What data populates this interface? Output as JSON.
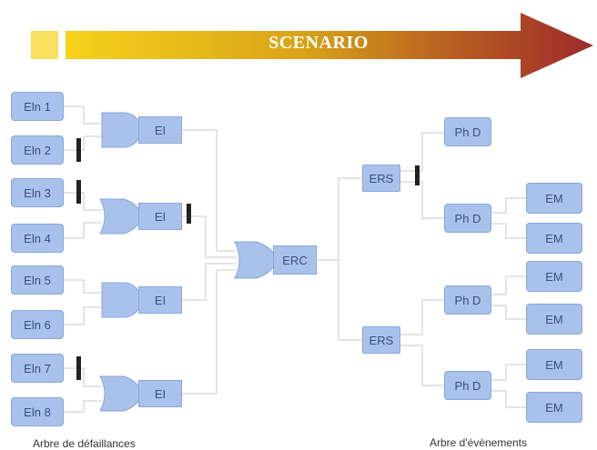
{
  "banner": {
    "title": "SCENARIO"
  },
  "fault_tree": {
    "inputs": [
      "Eln 1",
      "Eln 2",
      "Eln 3",
      "Eln 4",
      "Eln 5",
      "Eln 6",
      "Eln 7",
      "Eln 8"
    ],
    "gates": [
      "EI",
      "EI",
      "EI",
      "EI"
    ],
    "gate_types": [
      "and",
      "or",
      "and",
      "or"
    ],
    "central_event": "ERC",
    "caption": "Arbre de défaillances"
  },
  "event_tree": {
    "secondary_events": [
      "ERS",
      "ERS"
    ],
    "phenomena": [
      "Ph D",
      "Ph D",
      "Ph D",
      "Ph D"
    ],
    "major_effects": [
      "EM",
      "EM",
      "EM",
      "EM",
      "EM",
      "EM"
    ],
    "caption": "Arbre d'évènements"
  },
  "colors": {
    "box_fill": "#a9c2ec",
    "box_border": "#8aa6d8",
    "connector": "#c8c8c8",
    "barrier": "#222222",
    "arrow_start": "#f6d21a",
    "arrow_end": "#9e2b2b"
  }
}
